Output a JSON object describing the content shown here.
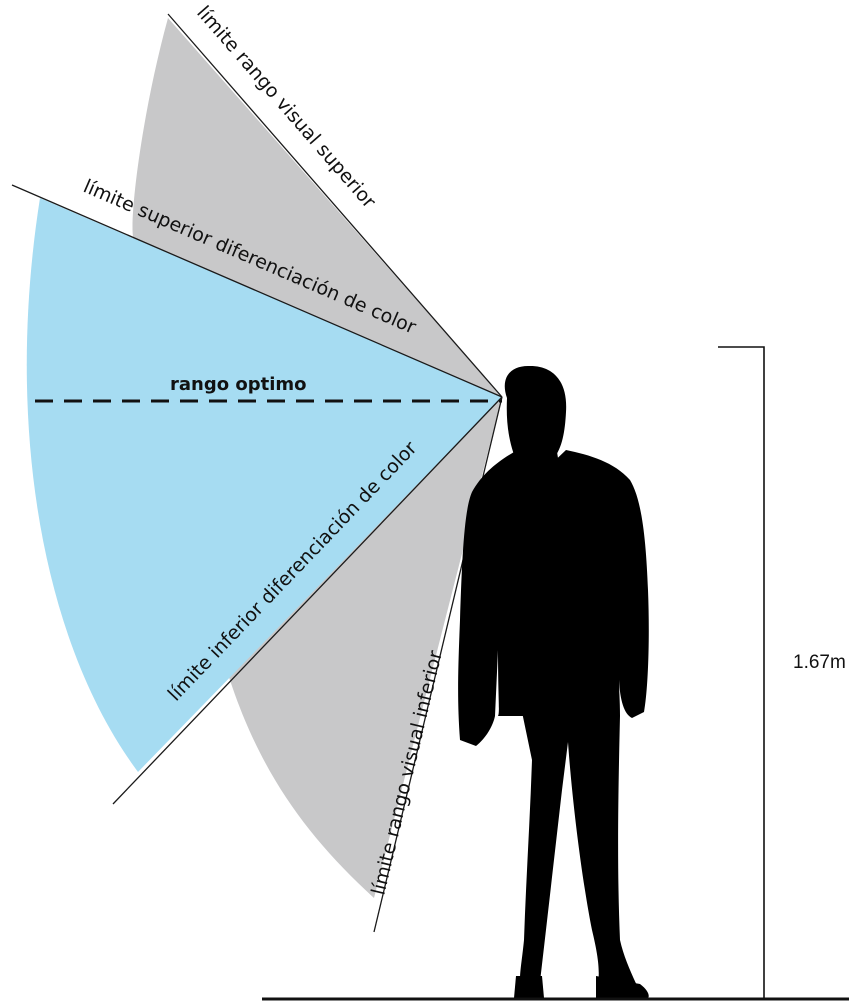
{
  "labels": {
    "upper_visual_limit": "límite rango visual superior",
    "upper_color_limit": "límite superior diferenciación de color",
    "optimal_range": "rango optimo",
    "lower_color_limit": "límite inferior diferenciación de color",
    "lower_visual_limit": "límite rango visual inferior",
    "height": "1.67m"
  },
  "colors": {
    "visual_range_fill": "#c8c8c9",
    "color_range_fill": "#a6dcf2",
    "silhouette": "#000000",
    "lines": "#1a1a1a"
  }
}
